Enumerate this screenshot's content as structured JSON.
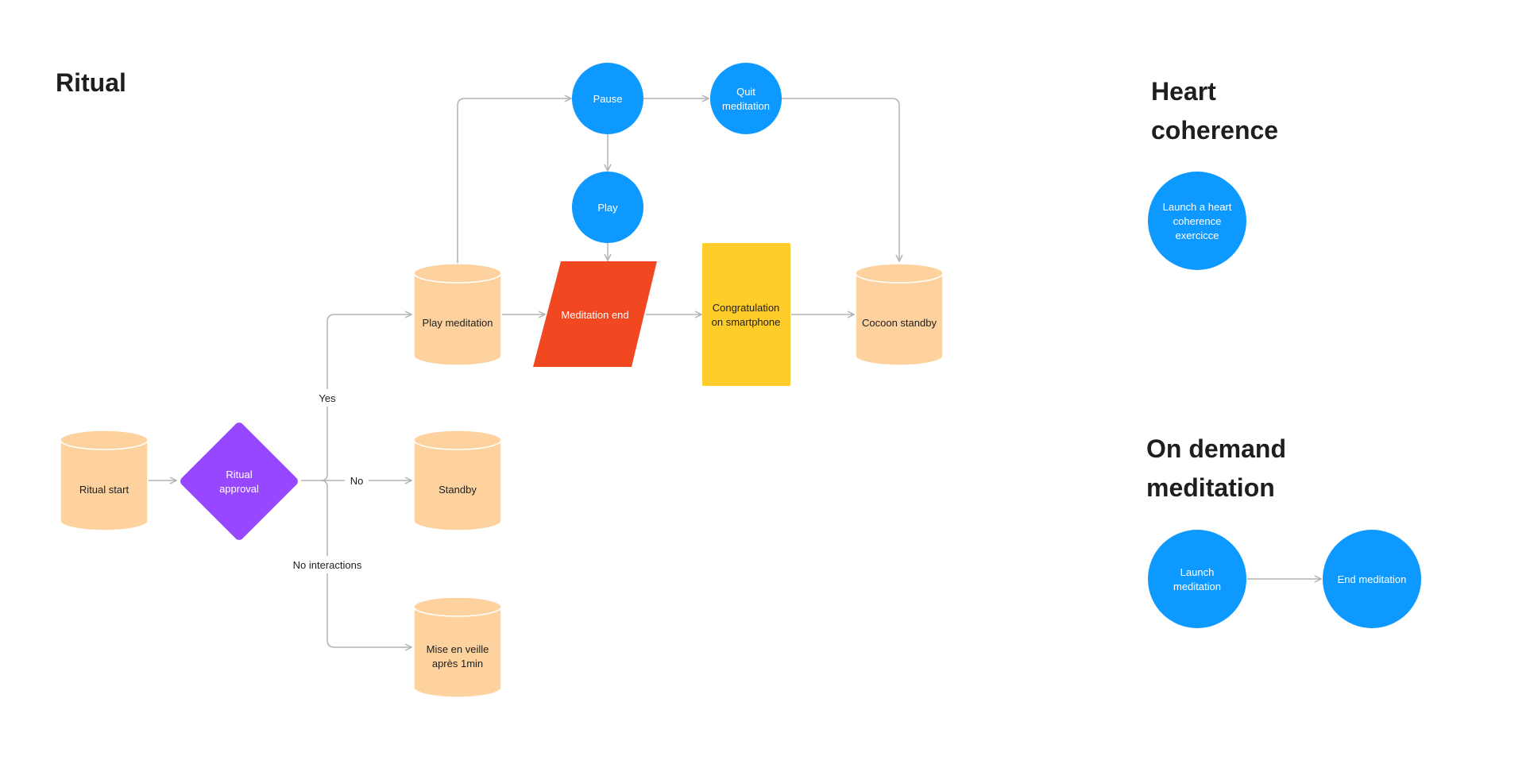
{
  "sections": {
    "ritual_title": "Ritual",
    "heart_title_line1": "Heart",
    "heart_title_line2": "coherence",
    "ondemand_title_line1": "On demand",
    "ondemand_title_line2": "meditation"
  },
  "colors": {
    "database": "#FDD29E",
    "decision": "#9747FF",
    "circle": "#0D99FF",
    "io": "#F24822",
    "process": "#FFCD29",
    "edge": "#B3B3B3",
    "text_dark": "#1E1E1E",
    "text_light": "#FFFFFF"
  },
  "nodes": {
    "ritual_start": {
      "lines": [
        "Ritual start"
      ]
    },
    "ritual_approval": {
      "lines": [
        "Ritual",
        "approval"
      ]
    },
    "play_meditation": {
      "lines": [
        "Play meditation"
      ]
    },
    "standby": {
      "lines": [
        "Standby"
      ]
    },
    "mise_en_veille": {
      "lines": [
        "Mise en veille",
        "après 1min"
      ]
    },
    "pause": {
      "lines": [
        "Pause"
      ]
    },
    "quit_meditation": {
      "lines": [
        "Quit",
        "meditation"
      ]
    },
    "play": {
      "lines": [
        "Play"
      ]
    },
    "meditation_end": {
      "lines": [
        "Meditation end"
      ]
    },
    "congratulation": {
      "lines": [
        "Congratulation",
        "on smartphone"
      ]
    },
    "cocoon_standby": {
      "lines": [
        "Cocoon standby"
      ]
    },
    "launch_heart": {
      "lines": [
        "Launch a heart",
        "coherence",
        "exercicce"
      ]
    },
    "launch_meditation": {
      "lines": [
        "Launch",
        "meditation"
      ]
    },
    "end_meditation": {
      "lines": [
        "End meditation"
      ]
    }
  },
  "edge_labels": {
    "yes": "Yes",
    "no": "No",
    "no_interactions": "No interactions"
  }
}
